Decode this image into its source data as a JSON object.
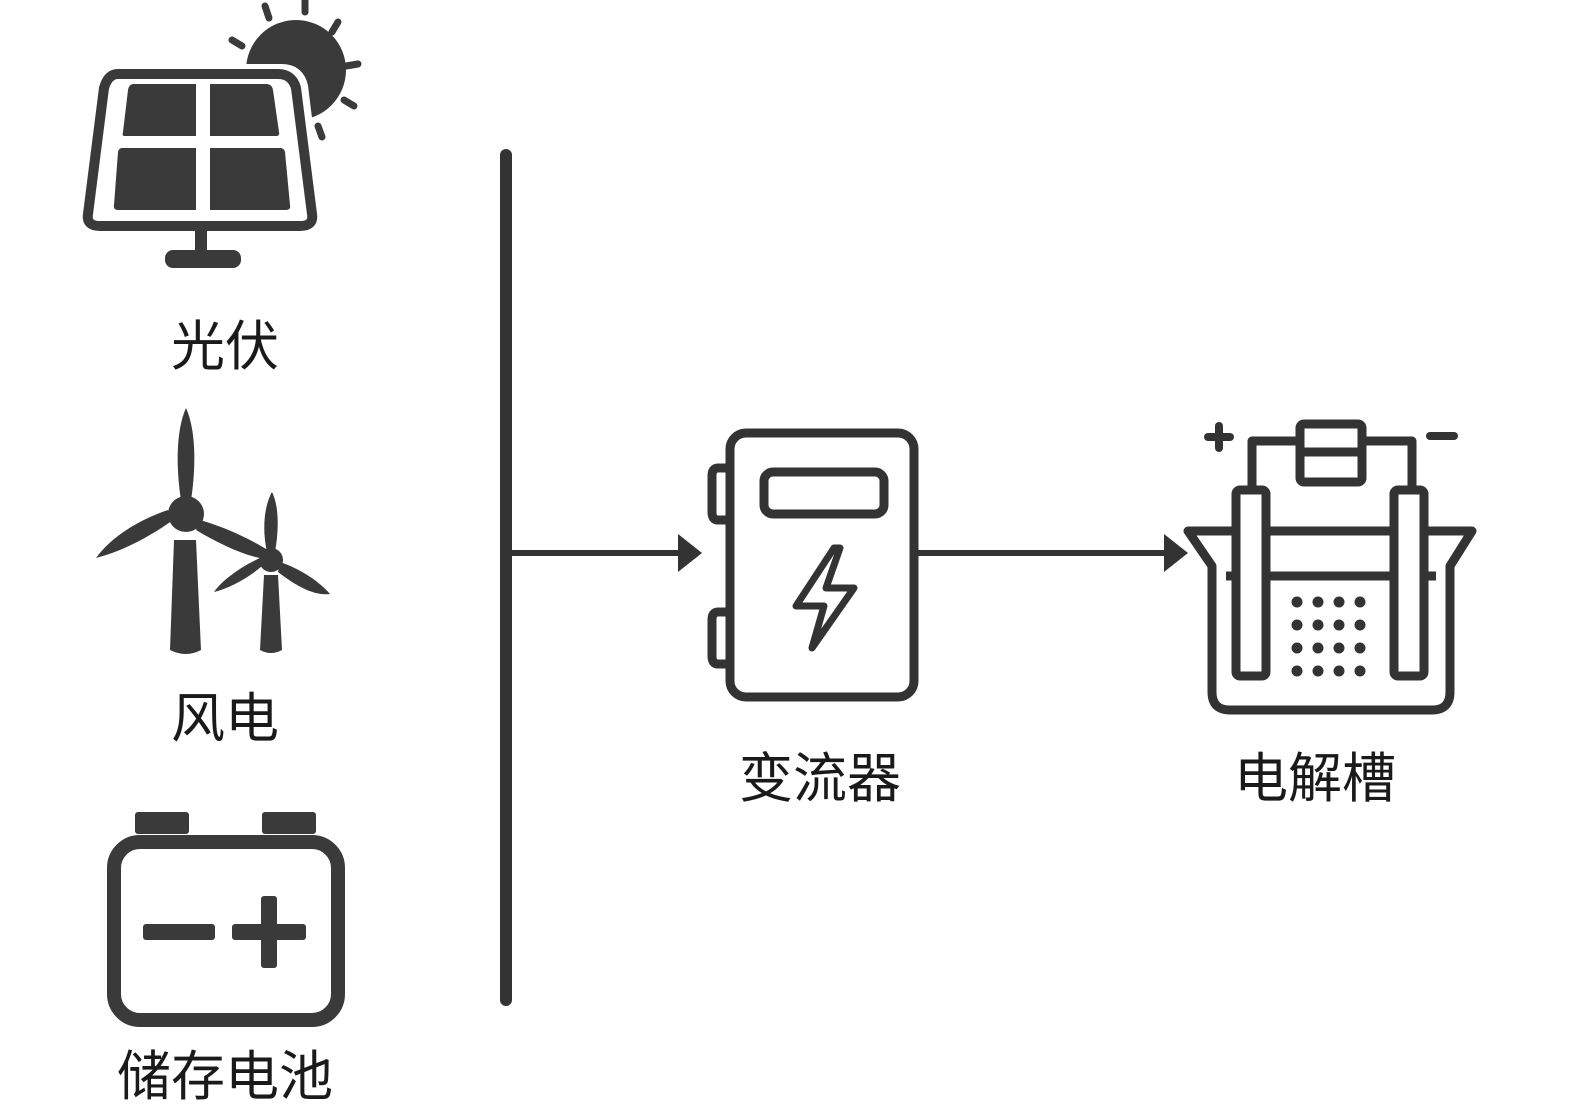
{
  "sources": {
    "pv": {
      "label": "光伏",
      "icon": "solar-panel-icon"
    },
    "wind": {
      "label": "风电",
      "icon": "wind-turbine-icon"
    },
    "battery": {
      "label": "储存电池",
      "icon": "battery-icon"
    }
  },
  "converter": {
    "label": "变流器",
    "icon": "converter-icon"
  },
  "electrolyzer": {
    "label": "电解槽",
    "icon": "electrolyzer-icon"
  },
  "colors": {
    "ink": "#333333",
    "fill": "#3a3a3a",
    "background": "#ffffff"
  }
}
